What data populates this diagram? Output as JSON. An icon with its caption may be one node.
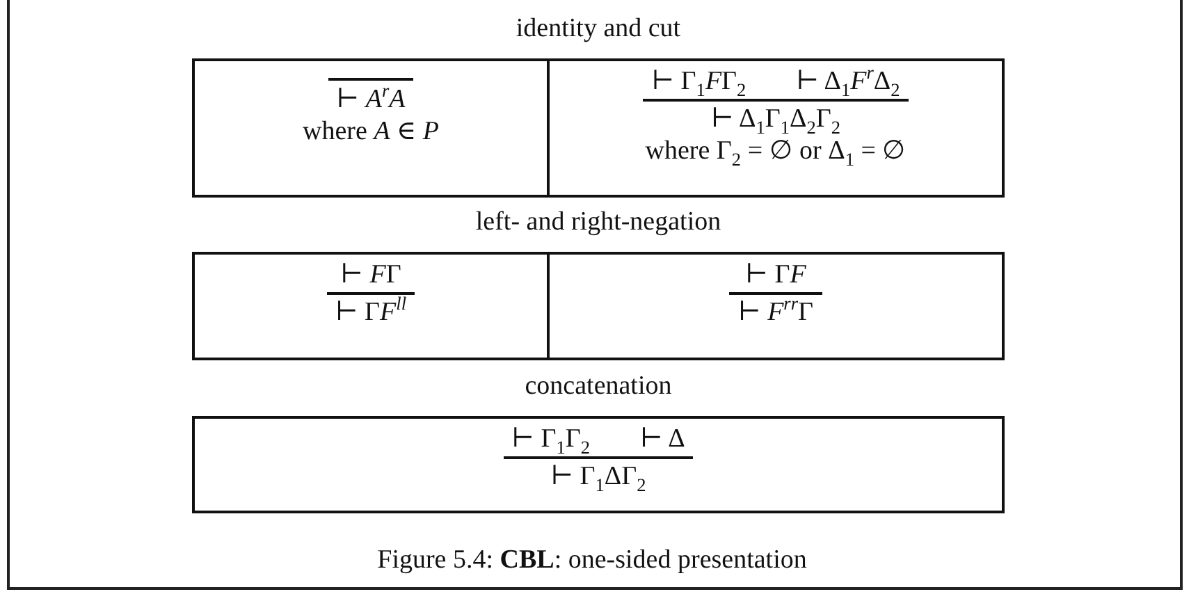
{
  "diagram": {
    "caption": "Figure 5.4: **CBL**: one-sided presentation",
    "nodes": [
      {
        "text": [
          "identity and cut"
        ]
      },
      {
        "text": [
          "⊢ A$^{r}$A",
          "where A ∈ P"
        ],
        "in": 0
      },
      {
        "text": [
          "⊢ Γ$_{1}$FΓ$_{2}$",
          "⊢ Δ$_{1}$F$^{r}$Δ$_{2}$",
          "⊢ Δ$_{1}$Γ$_{1}$Δ$_{2}$Γ$_{2}$",
          "where Γ$_{2}$ = ∅ or Δ$_{1}$ = ∅"
        ],
        "in": 0
      },
      {
        "text": [
          "left- and right-negation"
        ]
      },
      {
        "text": [
          "⊢ FΓ",
          "⊢ ΓF$^{ll}$"
        ],
        "in": 3
      },
      {
        "text": [
          "⊢ ΓF",
          "⊢ F$^{rr}$Γ"
        ],
        "in": 3
      },
      {
        "text": [
          "concatenation"
        ]
      },
      {
        "text": [
          "⊢ Γ$_{1}$Γ$_{2}$",
          "⊢ Δ",
          "⊢ Γ$_{1}$ΔΓ$_{2}$"
        ],
        "in": 6
      }
    ]
  }
}
